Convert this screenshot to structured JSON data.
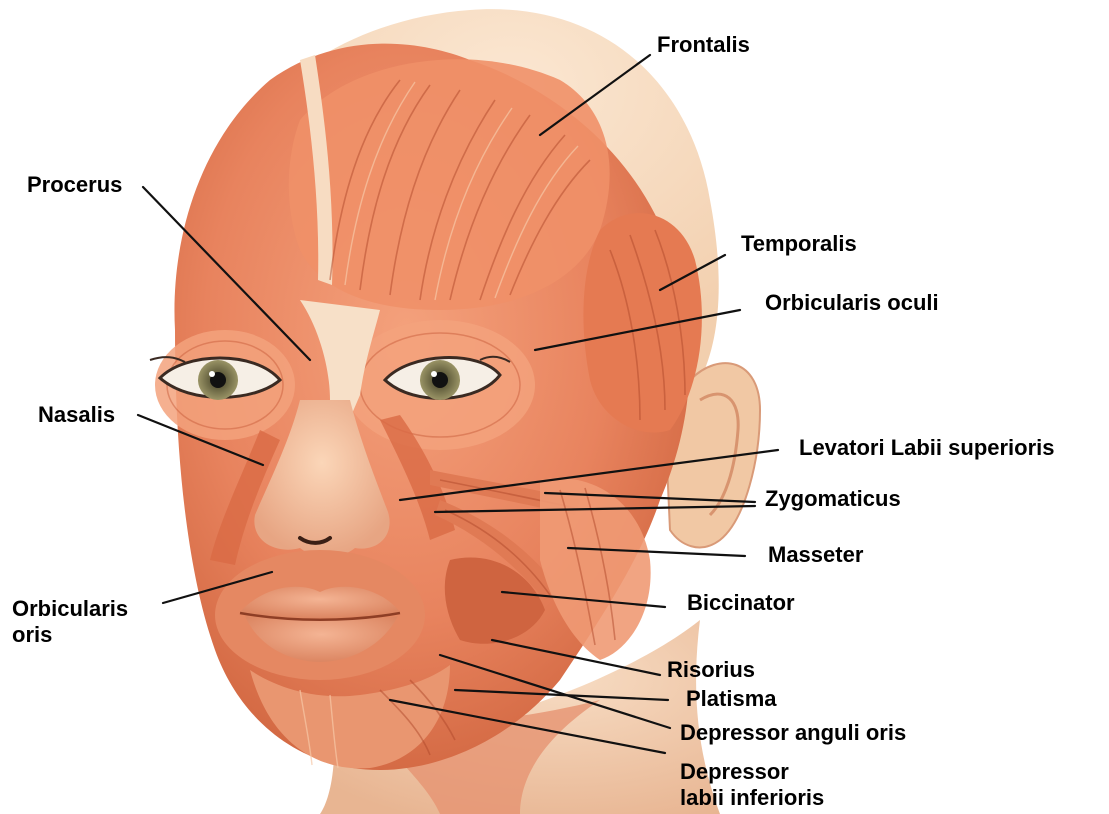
{
  "labels": {
    "frontalis": "Frontalis",
    "procerus": "Procerus",
    "temporalis": "Temporalis",
    "orbicularis_oculi": "Orbicularis oculi",
    "nasalis": "Nasalis",
    "levatori": "Levatori Labii superioris",
    "zygomaticus": "Zygomaticus",
    "masseter": "Masseter",
    "orbicularis_oris_1": "Orbicularis",
    "orbicularis_oris_2": "oris",
    "biccinator": "Biccinator",
    "risorius": "Risorius",
    "platisma": "Platisma",
    "depressor_anguli": "Depressor anguli oris",
    "depressor_labii_1": "Depressor",
    "depressor_labii_2": "labii inferioris"
  },
  "colors": {
    "muscle": "#e9825c",
    "muscle_dark": "#c85a3a",
    "tendon": "#f6dcc2",
    "skin": "#f3c9a5",
    "iris": "#7a7650"
  }
}
